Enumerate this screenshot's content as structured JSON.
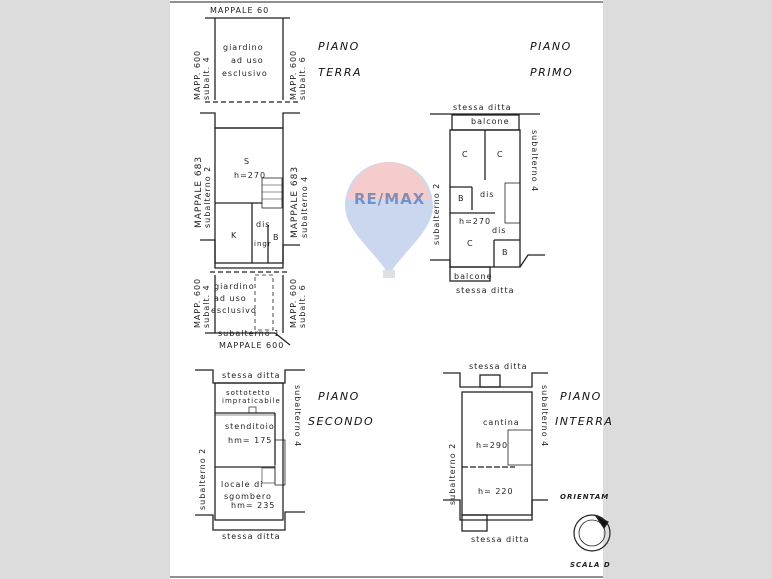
{
  "watermark": "RE/MAX",
  "terra": {
    "title1": "PIANO",
    "title2": "TERRA",
    "top": "MAPPALE 60",
    "garden": [
      "giardino",
      "ad uso",
      "esclusivo"
    ],
    "left_top": "MAPP. 600",
    "left_top2": "subalt. 4",
    "right_top": "MAPP. 600",
    "right_top2": "subalt. 6",
    "left_mid": "MAPPALE 683",
    "left_mid2": "subalterno 2",
    "right_mid": "MAPPALE 683",
    "right_mid2": "subalterno 4",
    "rooms": {
      "s": "S",
      "h": "h=270",
      "k": "K",
      "dis": "dis",
      "b": "B",
      "ingr": "ingr"
    },
    "garden2": [
      "giardino",
      "ad uso",
      "esclusivo"
    ],
    "bottom1": "subalterno 1",
    "bottom2": "MAPPALE 600"
  },
  "primo": {
    "title1": "PIANO",
    "title2": "PRIMO",
    "top": "stessa ditta",
    "balcone1": "balcone",
    "c1": "C",
    "c2": "C",
    "b1": "B",
    "dis1": "dis",
    "h": "h=270",
    "dis2": "dis",
    "c3": "C",
    "b2": "B",
    "balcone2": "balcone",
    "bottom": "stessa ditta",
    "left": "subalterno 2",
    "right": "subalterno 4"
  },
  "secondo": {
    "title1": "PIANO",
    "title2": "SECONDO",
    "top": "stessa ditta",
    "r1a": "sottotetto",
    "r1b": "impraticabile",
    "r2": "stenditoio",
    "r2h": "hm= 175",
    "r3a": "locale di",
    "r3b": "sgombero",
    "r3h": "hm= 235",
    "bottom": "stessa ditta",
    "left": "subalterno 2",
    "right": "subalterno 4"
  },
  "interrato": {
    "title1": "PIANO",
    "title2": "INTERRA",
    "top": "stessa ditta",
    "r1": "cantina",
    "r1h": "h=290",
    "r2h": "h= 220",
    "bottom": "stessa ditta",
    "left": "subalterno 2",
    "right": "subalterno 4",
    "orient": "ORIENTAM",
    "scale": "SCALA D"
  }
}
